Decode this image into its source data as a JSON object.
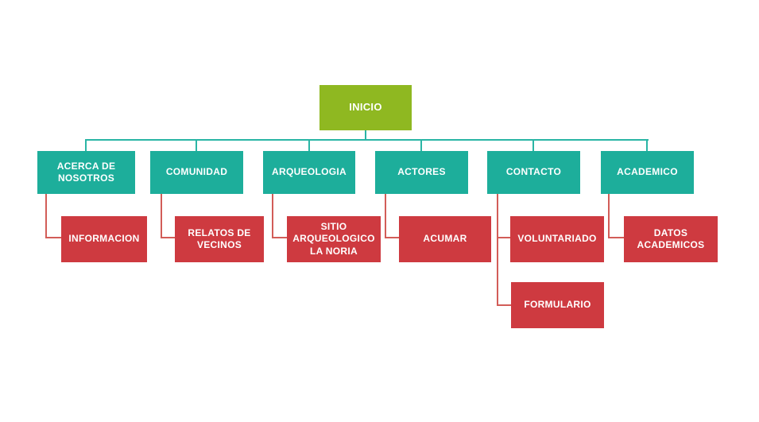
{
  "diagram": {
    "type": "sitemap-tree",
    "root": {
      "label": "INICIO"
    },
    "branches": [
      {
        "section": "ACERCA DE NOSOTROS",
        "pages": [
          "INFORMACION"
        ]
      },
      {
        "section": "COMUNIDAD",
        "pages": [
          "RELATOS DE VECINOS"
        ]
      },
      {
        "section": "ARQUEOLOGIA",
        "pages": [
          "SITIO ARQUEOLOGICO LA NORIA"
        ]
      },
      {
        "section": "ACTORES",
        "pages": [
          "ACUMAR"
        ]
      },
      {
        "section": "CONTACTO",
        "pages": [
          "VOLUNTARIADO",
          "FORMULARIO"
        ]
      },
      {
        "section": "ACADEMICO",
        "pages": [
          "DATOS ACADEMICOS"
        ]
      }
    ],
    "colors": {
      "root_node": "#8fb821",
      "section_node": "#1dae9b",
      "page_node": "#ce3a40",
      "connector_sections": "#2ab5a5",
      "connector_pages": "#d25d58",
      "node_text": "#ffffff",
      "background": "#ffffff"
    }
  }
}
